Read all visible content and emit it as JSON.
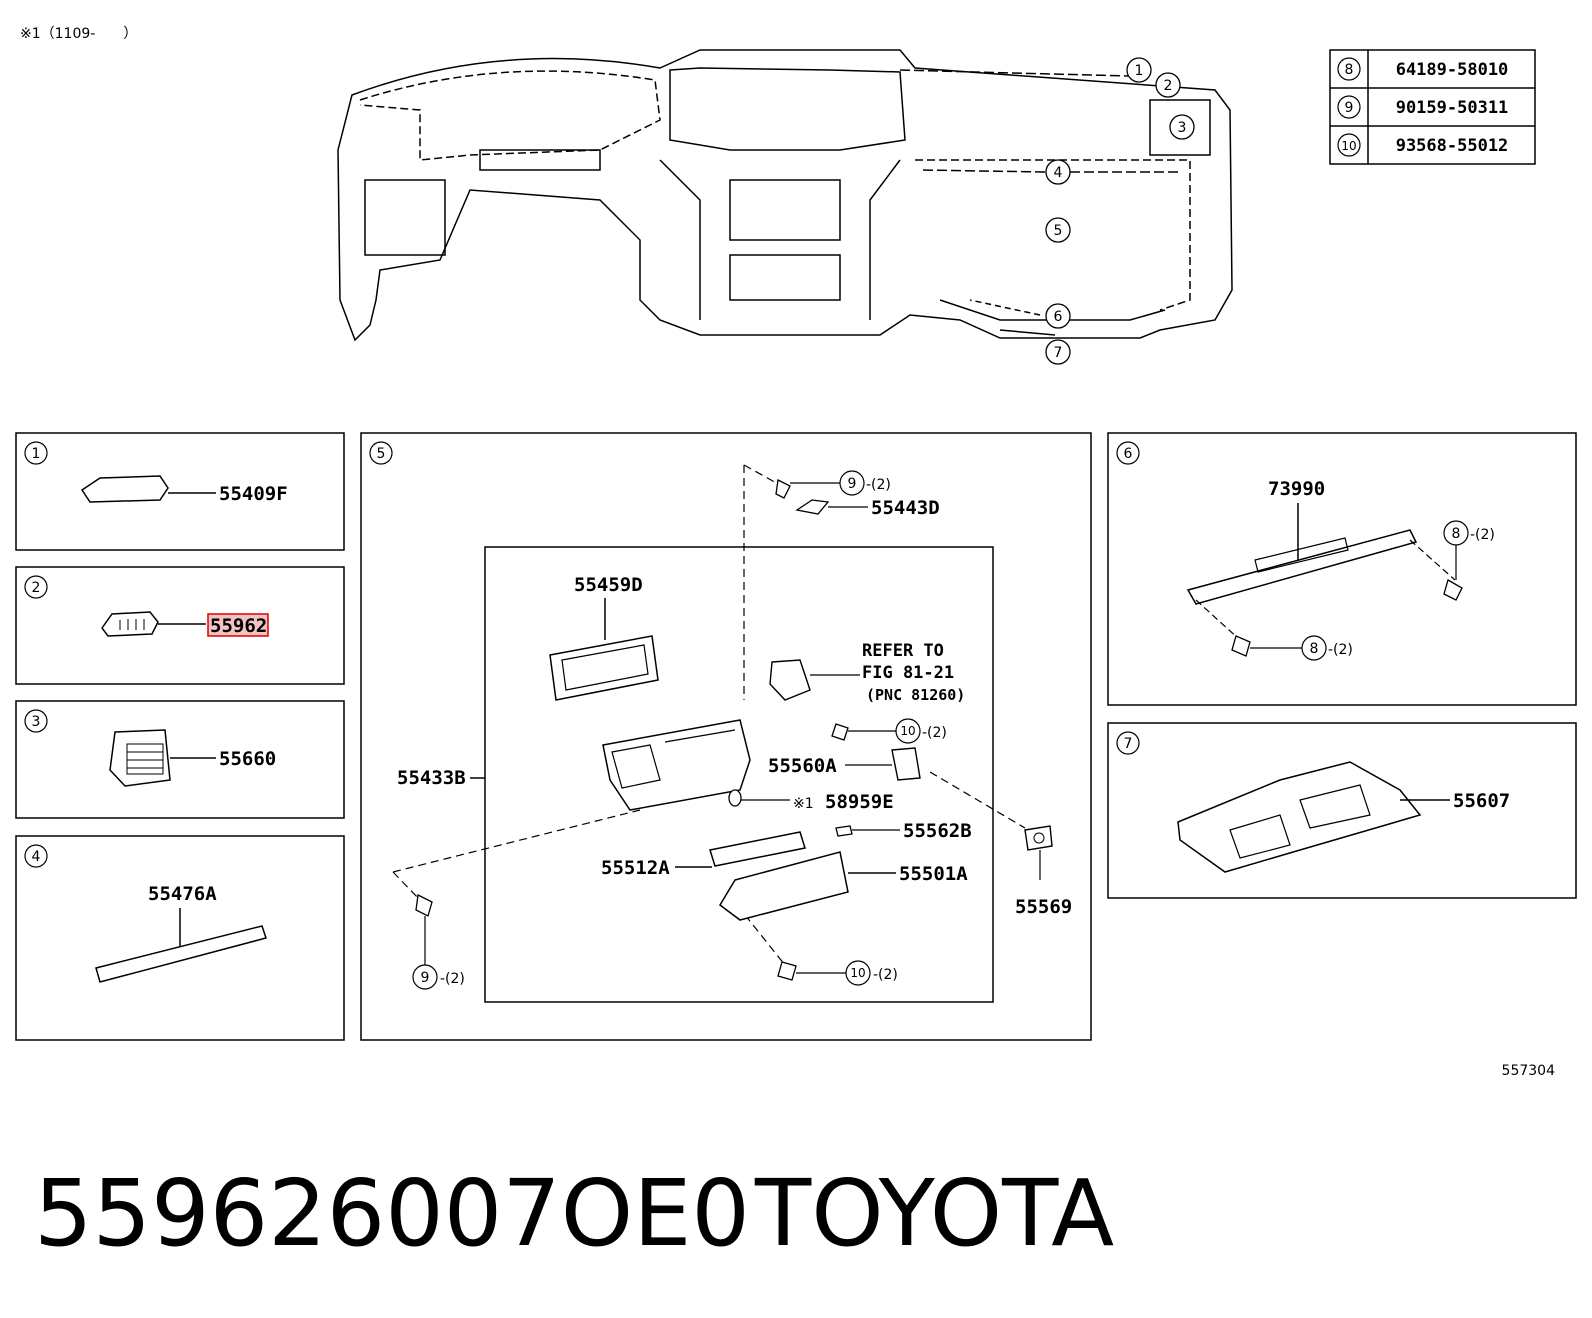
{
  "header_note": "※1（1109-　　）",
  "legend": [
    {
      "ref": "8",
      "part": "64189-58010"
    },
    {
      "ref": "9",
      "part": "90159-50311"
    },
    {
      "ref": "10",
      "part": "93568-55012"
    }
  ],
  "overview_callouts": [
    "1",
    "2",
    "3",
    "4",
    "5",
    "6",
    "7"
  ],
  "panels": {
    "p1": {
      "ref": "1",
      "part": "55409F"
    },
    "p2": {
      "ref": "2",
      "part": "55962"
    },
    "p3": {
      "ref": "3",
      "part": "55660"
    },
    "p4": {
      "ref": "4",
      "part": "55476A"
    },
    "p5": {
      "ref": "5",
      "parts": {
        "a": "55443D",
        "b": "55459D",
        "c": "55433B",
        "d": "55560A",
        "e": "58959E",
        "e_prefix": "※1",
        "f": "55562B",
        "g": "55512A",
        "h": "55501A",
        "i": "55569"
      },
      "refer_line1": "REFER TO",
      "refer_line2": "FIG 81-21",
      "refer_line3": "(PNC 81260)",
      "screw_top": {
        "ref": "9",
        "qty": "-(2)"
      },
      "screw_left": {
        "ref": "9",
        "qty": "-(2)"
      },
      "clip_mid": {
        "ref": "10",
        "qty": "-(2)"
      },
      "clip_bottom": {
        "ref": "10",
        "qty": "-(2)"
      }
    },
    "p6": {
      "ref": "6",
      "part": "73990",
      "bolt_right": {
        "ref": "8",
        "qty": "-(2)"
      },
      "bolt_left": {
        "ref": "8",
        "qty": "-(2)"
      }
    },
    "p7": {
      "ref": "7",
      "part": "55607"
    }
  },
  "figure_code": "557304",
  "footer": {
    "part_number": "559626007OE0",
    "brand": "TOYOTA"
  }
}
